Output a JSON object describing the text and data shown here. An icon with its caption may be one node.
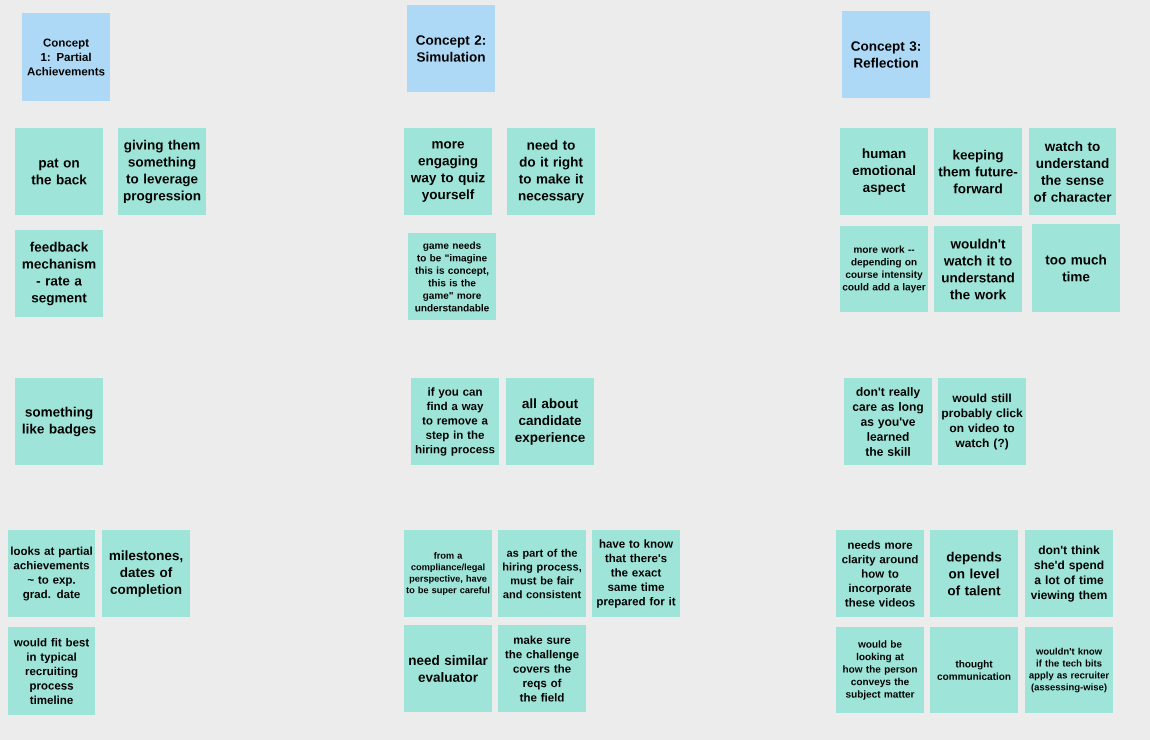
{
  "diagram": {
    "nodes": [
      {
        "text": [
          "Concept 1: Partial Achievements"
        ]
      },
      {
        "text": [
          "Concept 2: Simulation"
        ]
      },
      {
        "text": [
          "Concept 3: Reflection"
        ]
      },
      {
        "text": [
          "pat on the back"
        ]
      },
      {
        "text": [
          "giving them something to leverage progression"
        ]
      },
      {
        "text": [
          "more engaging way to quiz yourself"
        ]
      },
      {
        "text": [
          "need to do it right to make it necessary"
        ]
      },
      {
        "text": [
          "human emotional aspect"
        ]
      },
      {
        "text": [
          "keeping them future-forward"
        ]
      },
      {
        "text": [
          "watch to understand the sense of character"
        ]
      },
      {
        "text": [
          "feedback mechanism - rate a segment"
        ]
      },
      {
        "text": [
          "game needs to be \"imagine this is concept, this is the game\" more understandable"
        ]
      },
      {
        "text": [
          "more work -- depending on course intensity could add a layer"
        ]
      },
      {
        "text": [
          "wouldn't watch it to understand the work"
        ]
      },
      {
        "text": [
          "too much time"
        ]
      },
      {
        "text": [
          "something like badges"
        ]
      },
      {
        "text": [
          "if you can find a way to remove a step in the hiring process"
        ]
      },
      {
        "text": [
          "all about candidate experience"
        ]
      },
      {
        "text": [
          "don't really care as long as you've learned the skill"
        ]
      },
      {
        "text": [
          "would still probably click on video to watch (?)"
        ]
      },
      {
        "text": [
          "looks at partial achievements ~ to exp. grad. date"
        ]
      },
      {
        "text": [
          "milestones, dates of completion"
        ]
      },
      {
        "text": [
          "from a compliance/legal perspective, have to be super careful"
        ]
      },
      {
        "text": [
          "as part of the hiring process, must be fair and consistent"
        ]
      },
      {
        "text": [
          "have to know that there's the exact same time prepared for it"
        ]
      },
      {
        "text": [
          "needs more clarity around how to incorporate these videos"
        ]
      },
      {
        "text": [
          "depends on level of talent"
        ]
      },
      {
        "text": [
          "don't think she'd spend a lot of time viewing them"
        ]
      },
      {
        "text": [
          "would fit best in typical recruiting process timeline"
        ]
      },
      {
        "text": [
          "need similar evaluator"
        ]
      },
      {
        "text": [
          "make sure the challenge covers the reqs of the field"
        ]
      },
      {
        "text": [
          "would be looking at how the person conveys the subject matter"
        ]
      },
      {
        "text": [
          "thought communication"
        ]
      },
      {
        "text": [
          "wouldn't know if the tech bits apply as recruiter (assessing-wise)"
        ]
      }
    ]
  }
}
